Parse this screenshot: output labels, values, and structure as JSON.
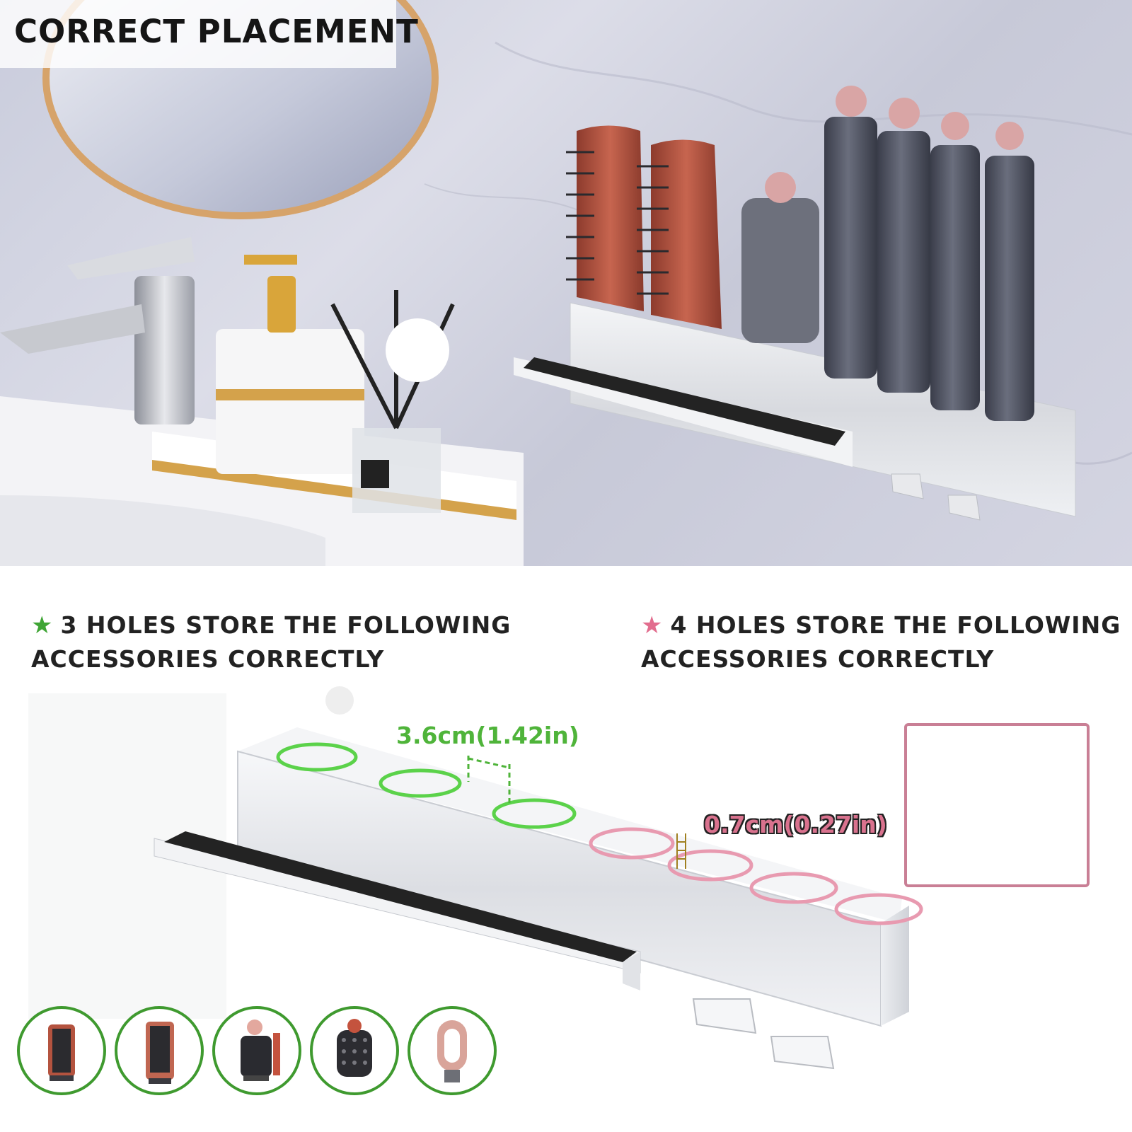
{
  "top": {
    "title": "CORRECT PLACEMENT"
  },
  "bottom": {
    "left_heading": {
      "star_color": "#3fa535",
      "line1": "3 HOLES STORE THE FOLLOWING",
      "line2": "ACCESSORIES CORRECTLY"
    },
    "right_heading": {
      "star_color": "#e26d8e",
      "line1": "4 HOLES STORE THE FOLLOWING",
      "line2": "ACCESSORIES CORRECTLY"
    },
    "spacing_green": "3.6cm(1.42in)",
    "spacing_pink": "0.7cm(0.27in)",
    "thumbnails": [
      {
        "icon": "round-brush-red-icon"
      },
      {
        "icon": "round-brush-copper-icon"
      },
      {
        "icon": "diffuser-attachment-icon"
      },
      {
        "icon": "volumizing-brush-icon"
      },
      {
        "icon": "pre-styling-dryer-icon"
      }
    ],
    "inset_icon": "barrel-curlers-icon"
  },
  "colors": {
    "green_accent": "#4fb43a",
    "pink_accent": "#e07896",
    "copper": "#b95a45",
    "barrel_gray": "#4d5160",
    "rose_gold": "#d9a5a5",
    "steel": "#d8dadf"
  }
}
